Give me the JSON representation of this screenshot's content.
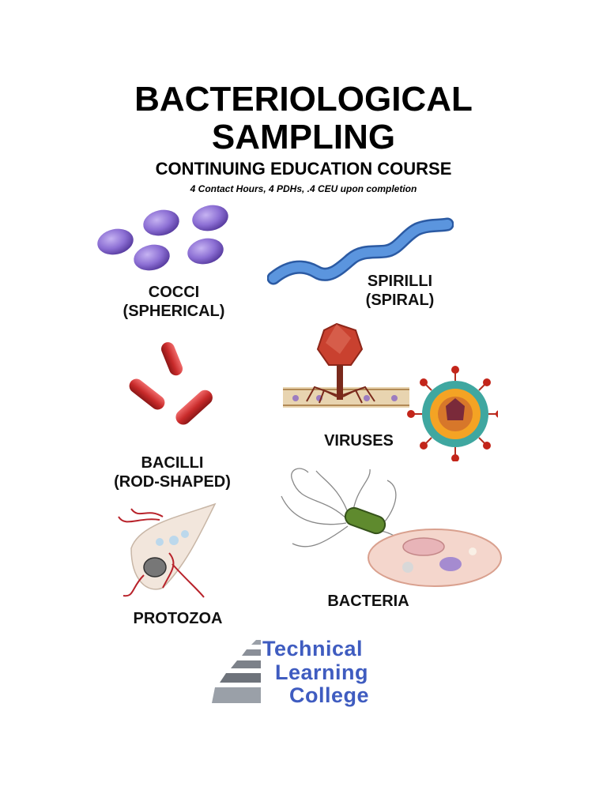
{
  "cover": {
    "title_line1": "BACTERIOLOGICAL",
    "title_line2": "SAMPLING",
    "subtitle": "CONTINUING EDUCATION COURSE",
    "credits": "4 Contact Hours, 4 PDHs, .4 CEU upon completion"
  },
  "labels": {
    "cocci_line1": "COCCI",
    "cocci_line2": "(SPHERICAL)",
    "spirilli_line1": "SPIRILLI",
    "spirilli_line2": "(SPIRAL)",
    "viruses": "VIRUSES",
    "bacilli_line1": "BACILLI",
    "bacilli_line2": "(ROD-SHAPED)",
    "bacteria": "BACTERIA",
    "protozoa": "PROTOZOA"
  },
  "logo": {
    "line1": "Technical",
    "line2": "Learning",
    "line3": "College"
  },
  "colors": {
    "cocci": "#8c6fd4",
    "spirilli": "#4a82cf",
    "bacilli": "#c82a2a",
    "virus": "#c9412f",
    "logo_blue": "#3f5cc0",
    "logo_gray": "#8a8f98"
  },
  "icons": [
    "cocci-illustration",
    "spirilli-illustration",
    "bacilli-illustration",
    "virus-illustration",
    "bacteria-illustration",
    "protozoa-illustration",
    "logo-triangle-icon"
  ]
}
